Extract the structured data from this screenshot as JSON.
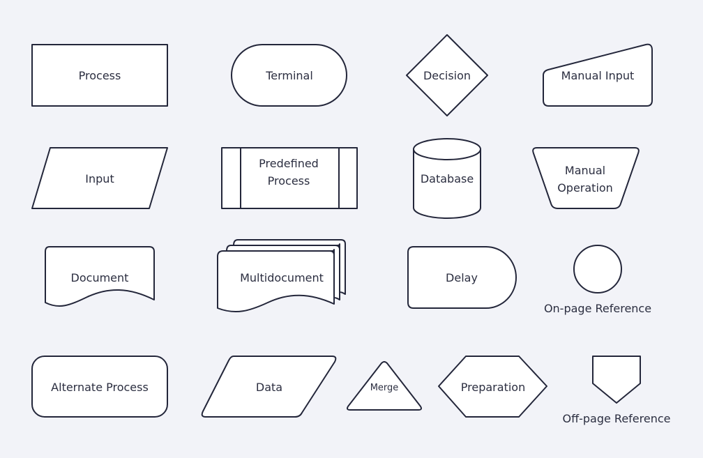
{
  "diagram": {
    "background_color": "#f2f3f8",
    "stroke_color": "#23263a",
    "fill_color": "#ffffff",
    "text_color": "#2b2e40",
    "shapes": {
      "process": "Process",
      "terminal": "Terminal",
      "decision": "Decision",
      "manual_input": "Manual Input",
      "input": "Input",
      "predefined_process_line1": "Predefined",
      "predefined_process_line2": "Process",
      "database": "Database",
      "manual_operation_line1": "Manual",
      "manual_operation_line2": "Operation",
      "document": "Document",
      "multidocument": "Multidocument",
      "delay": "Delay",
      "on_page_reference": "On-page Reference",
      "alternate_process": "Alternate Process",
      "data": "Data",
      "merge": "Merge",
      "preparation": "Preparation",
      "off_page_reference": "Off-page Reference"
    }
  }
}
